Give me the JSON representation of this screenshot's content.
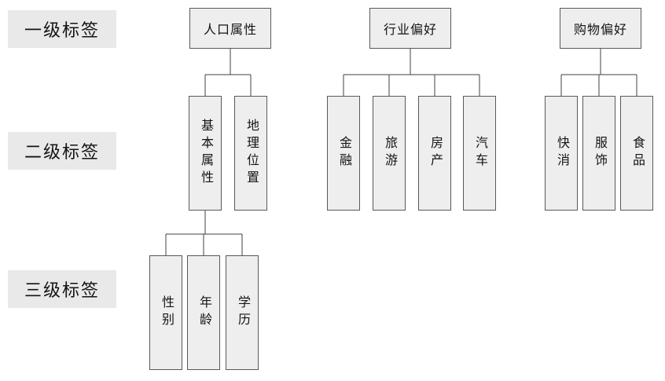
{
  "legend": {
    "items": [
      {
        "label": "一级标签"
      },
      {
        "label": "二级标签"
      },
      {
        "label": "三级标签"
      }
    ]
  },
  "tree": {
    "branches": [
      {
        "root": {
          "label": "人口属性"
        },
        "children": [
          {
            "label": "基本属性",
            "children": [
              {
                "label": "性别"
              },
              {
                "label": "年龄"
              },
              {
                "label": "学历"
              }
            ]
          },
          {
            "label": "地理位置"
          }
        ]
      },
      {
        "root": {
          "label": "行业偏好"
        },
        "children": [
          {
            "label": "金融"
          },
          {
            "label": "旅游"
          },
          {
            "label": "房产"
          },
          {
            "label": "汽车"
          }
        ]
      },
      {
        "root": {
          "label": "购物偏好"
        },
        "children": [
          {
            "label": "快消"
          },
          {
            "label": "服饰"
          },
          {
            "label": "食品"
          }
        ]
      }
    ]
  },
  "colors": {
    "box_fill": "#eeeeee",
    "box_border": "#595959",
    "legend_fill": "#e9e9e9",
    "connector": "#404040"
  }
}
